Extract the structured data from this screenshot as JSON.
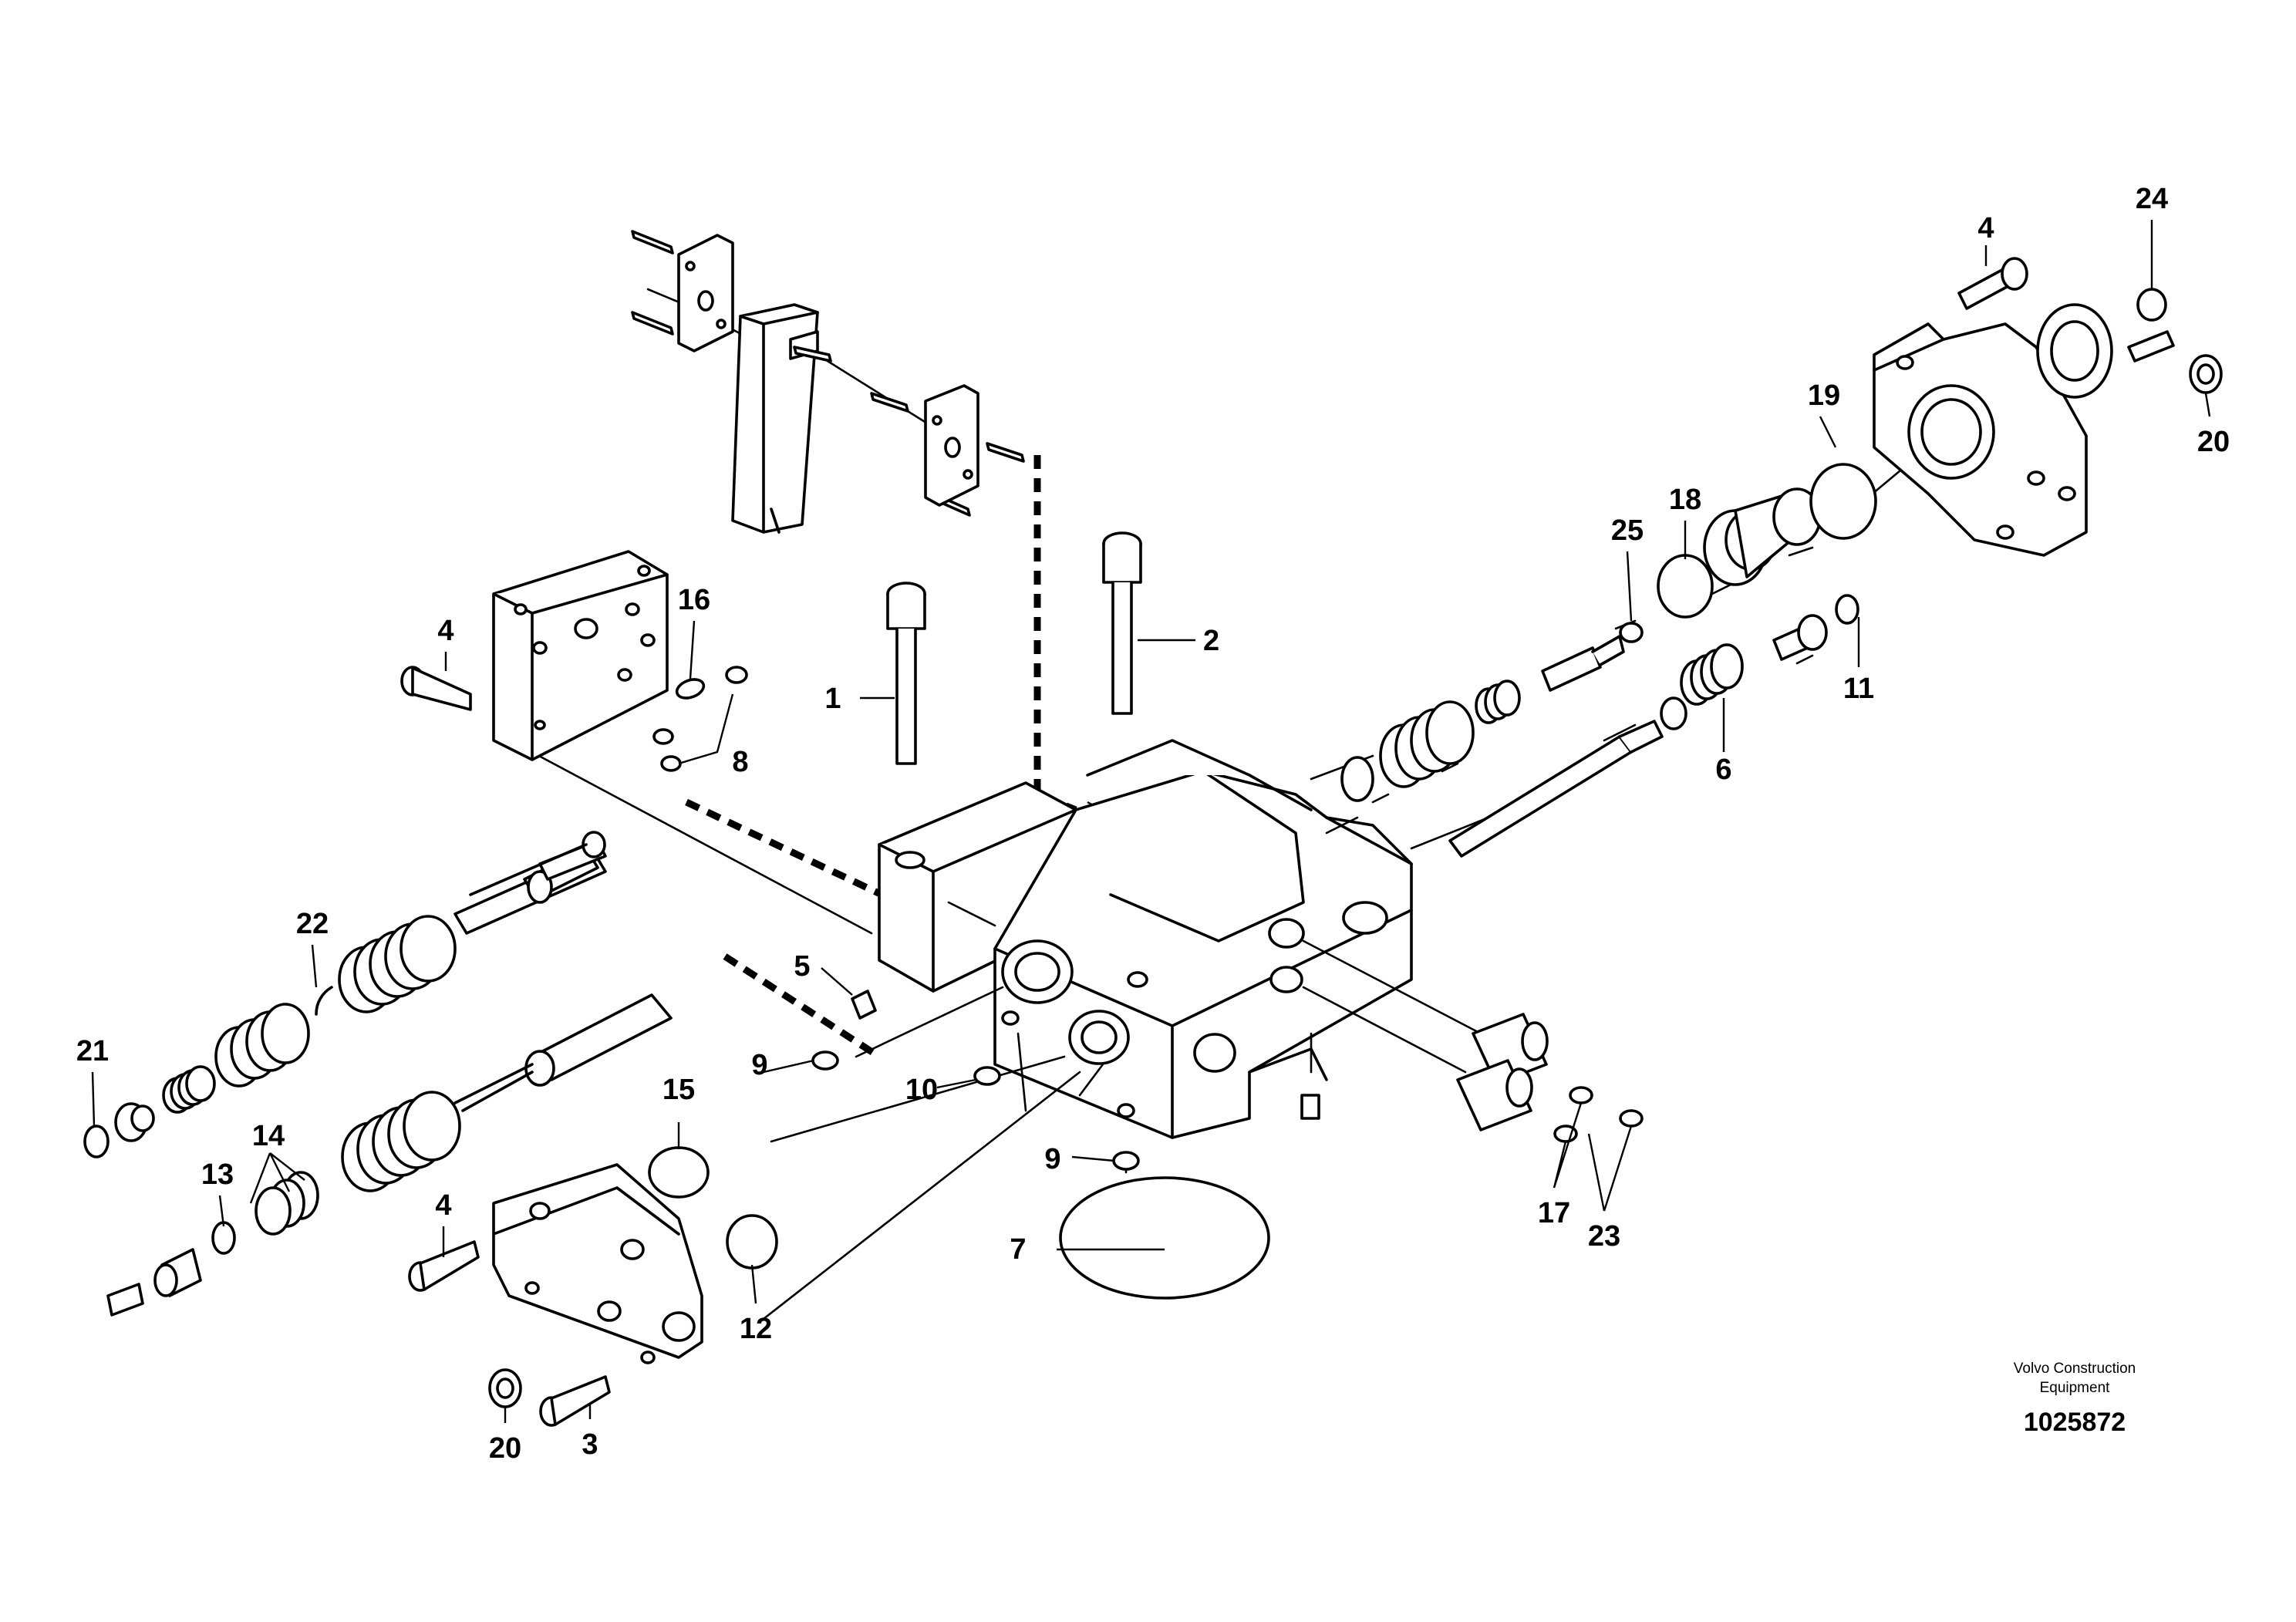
{
  "diagram": {
    "callouts": [
      "1",
      "2",
      "3",
      "4",
      "4",
      "4",
      "5",
      "6",
      "7",
      "8",
      "9",
      "9",
      "10",
      "11",
      "12",
      "13",
      "14",
      "15",
      "16",
      "17",
      "18",
      "19",
      "20",
      "20",
      "21",
      "22",
      "23",
      "24",
      "25"
    ]
  },
  "footer": {
    "brand_line1": "Volvo Construction",
    "brand_line2": "Equipment",
    "doc_number": "1025872"
  }
}
